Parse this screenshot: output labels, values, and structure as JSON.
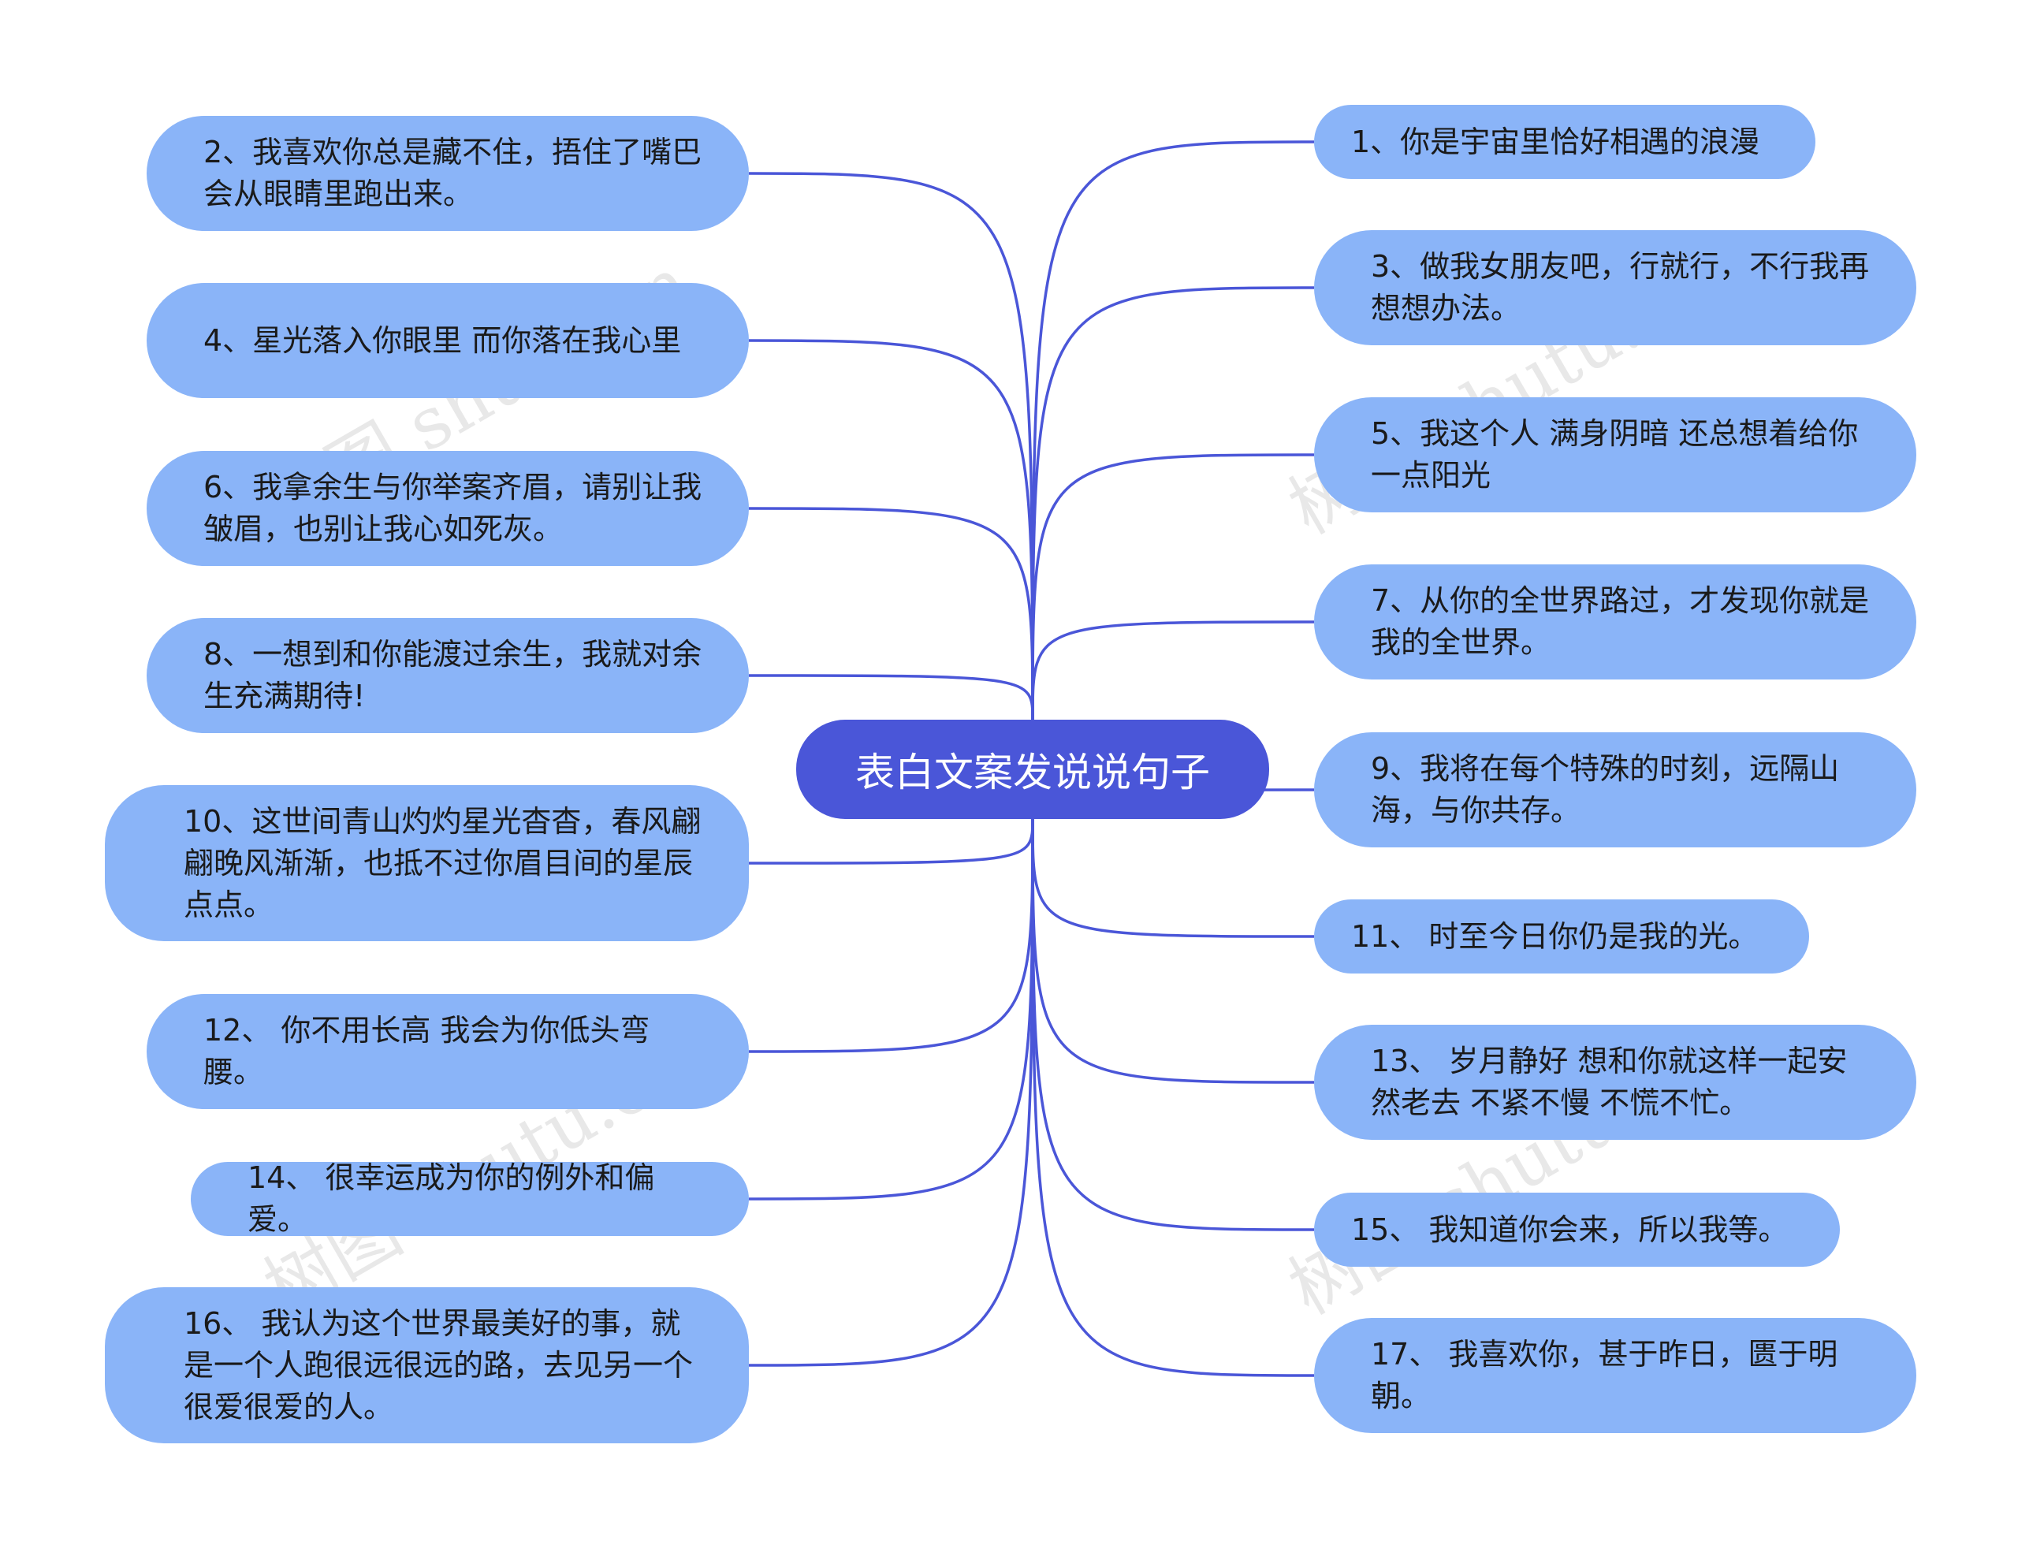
{
  "center": {
    "label": "表白文案发说说句子"
  },
  "left_nodes": [
    {
      "label": "2、我喜欢你总是藏不住，捂住了嘴巴会从眼睛里跑出来。"
    },
    {
      "label": "4、星光落入你眼里 而你落在我心里"
    },
    {
      "label": "6、我拿余生与你举案齐眉，请别让我皱眉，也别让我心如死灰。"
    },
    {
      "label": "8、一想到和你能渡过余生，我就对余生充满期待!"
    },
    {
      "label": "10、这世间青山灼灼星光杳杳，春风翩翩晚风渐渐，也抵不过你眉目间的星辰点点。"
    },
    {
      "label": "12、 你不用长高 我会为你低头弯腰。"
    },
    {
      "label": "14、 很幸运成为你的例外和偏爱。"
    },
    {
      "label": "16、 我认为这个世界最美好的事，就是一个人跑很远很远的路，去见另一个很爱很爱的人。"
    }
  ],
  "right_nodes": [
    {
      "label": "1、你是宇宙里恰好相遇的浪漫"
    },
    {
      "label": "3、做我女朋友吧，行就行，不行我再想想办法。"
    },
    {
      "label": "5、我这个人 满身阴暗 还总想着给你一点阳光"
    },
    {
      "label": "7、从你的全世界路过，才发现你就是我的全世界。"
    },
    {
      "label": "9、我将在每个特殊的时刻，远隔山海，与你共存。"
    },
    {
      "label": "11、 时至今日你仍是我的光。"
    },
    {
      "label": "13、 岁月静好 想和你就这样一起安然老去 不紧不慢 不慌不忙。"
    },
    {
      "label": "15、 我知道你会来，所以我等。"
    },
    {
      "label": "17、 我喜欢你，甚于昨日，匮于明朝。"
    }
  ],
  "watermarks": [
    "树图 shutu.cn",
    "树图 shutu.cn",
    "树图 shutu.cn",
    "树图 shutu.cn"
  ],
  "colors": {
    "center_fill": "#4a56d8",
    "node_fill": "#8ab4f8",
    "connector": "#4a56d8"
  }
}
